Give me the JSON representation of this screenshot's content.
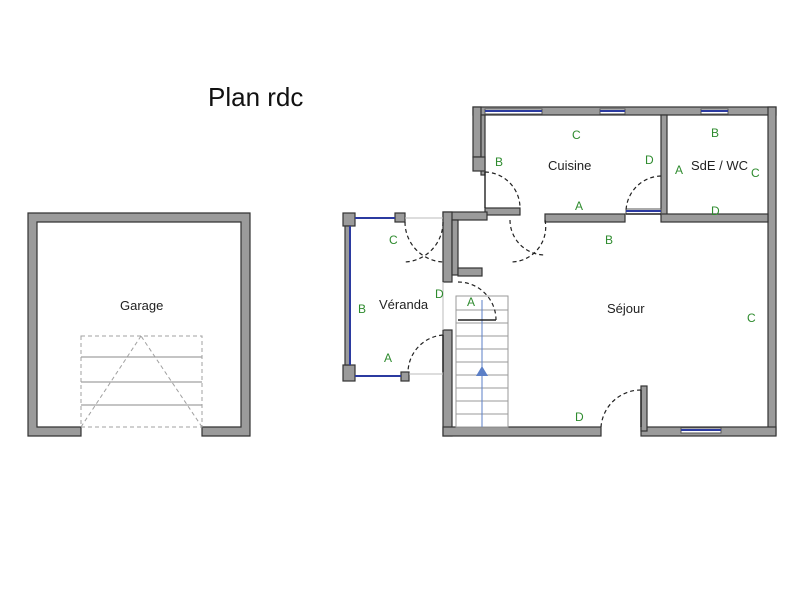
{
  "title": "Plan rdc",
  "rooms": {
    "garage": "Garage",
    "cuisine": "Cuisine",
    "sde_wc": "SdE / WC",
    "veranda": "Véranda",
    "sejour": "Séjour"
  },
  "markers": {
    "cuisine_top": "C",
    "cuisine_left": "B",
    "cuisine_right": "D",
    "cuisine_bottom": "A",
    "sde_top": "B",
    "sde_left": "A",
    "sde_right": "C",
    "sde_bottom": "D",
    "sejour_top": "B",
    "sejour_right": "C",
    "sejour_bottom": "D",
    "sejour_left": "A",
    "veranda_top": "C",
    "veranda_left": "B",
    "veranda_right": "D",
    "veranda_bottom": "A"
  },
  "colors": {
    "wall": "#9b9b9b",
    "window": "#2b3aa0",
    "marker": "#2e8b2e",
    "stair_arrow": "#5b7fc7"
  }
}
